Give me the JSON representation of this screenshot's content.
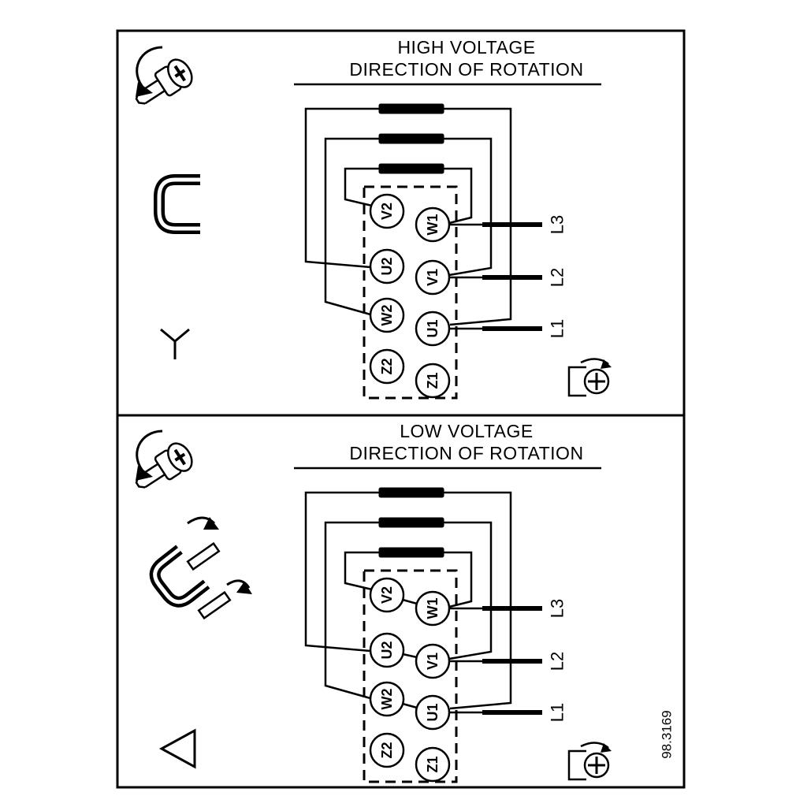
{
  "figure_number": "98.3169",
  "panels": [
    {
      "title_line1": "HIGH VOLTAGE",
      "title_line2": "DIRECTION OF ROTATION",
      "connection_symbol": "star",
      "terminals_left": [
        "V2",
        "U2",
        "W2",
        "Z2"
      ],
      "terminals_right": [
        "W1",
        "V1",
        "U1",
        "Z1"
      ],
      "supply_lines": [
        "L3",
        "L2",
        "L1"
      ]
    },
    {
      "title_line1": "LOW VOLTAGE",
      "title_line2": "DIRECTION OF ROTATION",
      "connection_symbol": "delta",
      "terminals_left": [
        "V2",
        "U2",
        "W2",
        "Z2"
      ],
      "terminals_right": [
        "W1",
        "V1",
        "U1",
        "Z1"
      ],
      "supply_lines": [
        "L3",
        "L2",
        "L1"
      ]
    }
  ],
  "colors": {
    "line": "#000000",
    "background": "#ffffff"
  }
}
